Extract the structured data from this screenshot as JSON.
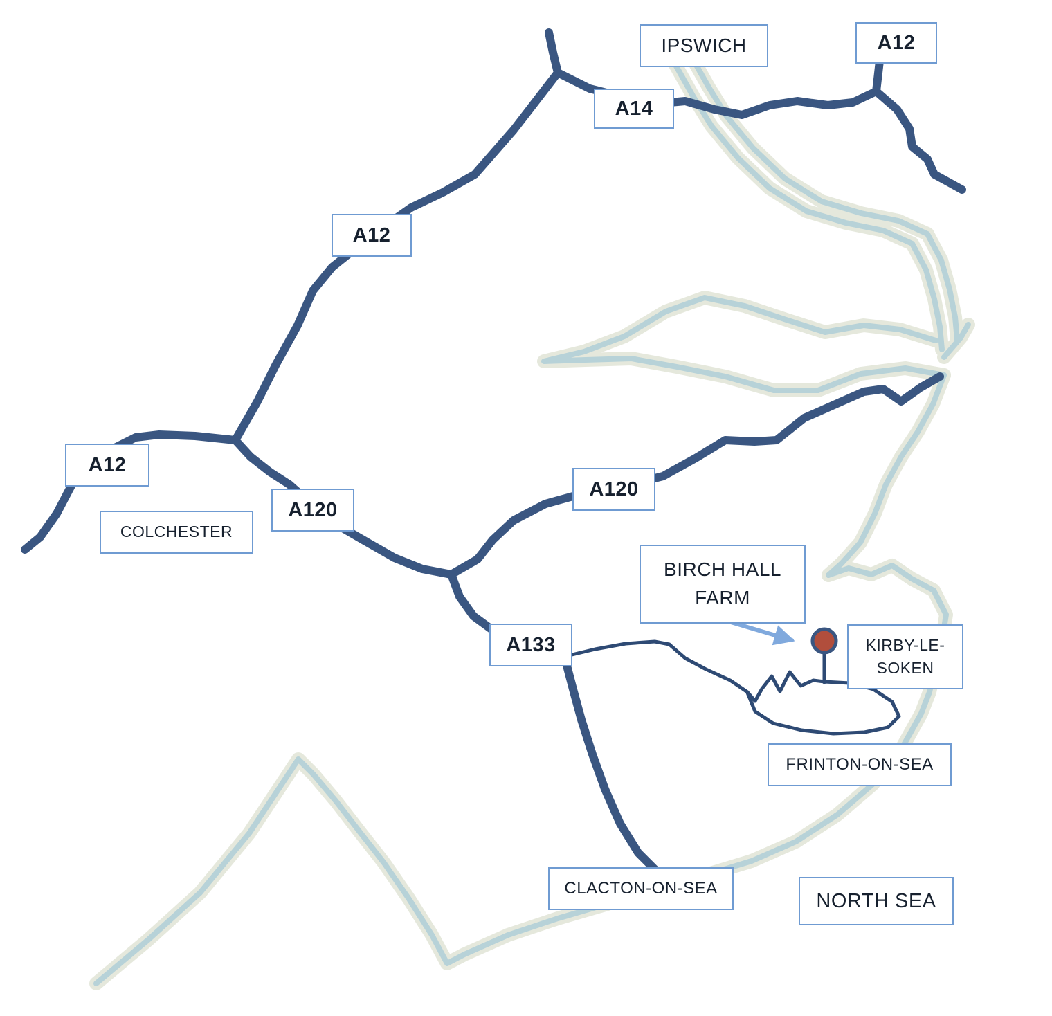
{
  "map": {
    "labels": {
      "ipswich": "IPSWICH",
      "a12_ne": "A12",
      "a14": "A14",
      "a12_mid": "A12",
      "a12_west": "A12",
      "colchester": "COLCHESTER",
      "a120_west": "A120",
      "a120_mid": "A120",
      "a133": "A133",
      "birch_hall_line1": "BIRCH HALL",
      "birch_hall_line2": "FARM",
      "kirby_line1": "KIRBY-LE-",
      "kirby_line2": "SOKEN",
      "frinton": "FRINTON-ON-SEA",
      "clacton": "CLACTON-ON-SEA",
      "north_sea": "NORTH SEA"
    },
    "icons": {
      "location_marker": "filled-circle-with-stem",
      "pointer_arrow": "arrow-pointing-to-marker"
    },
    "colors": {
      "background": "#ffffff",
      "road_major": "#3a5681",
      "road_minor": "#2e4a74",
      "coast": "#b7d2d8",
      "coast_glow": "#c6ccb2",
      "label_border": "#6f9bd2",
      "label_text": "#16202e",
      "marker_fill": "#b14e3c",
      "marker_ring": "#3a5681",
      "arrow": "#80a9dd"
    }
  }
}
